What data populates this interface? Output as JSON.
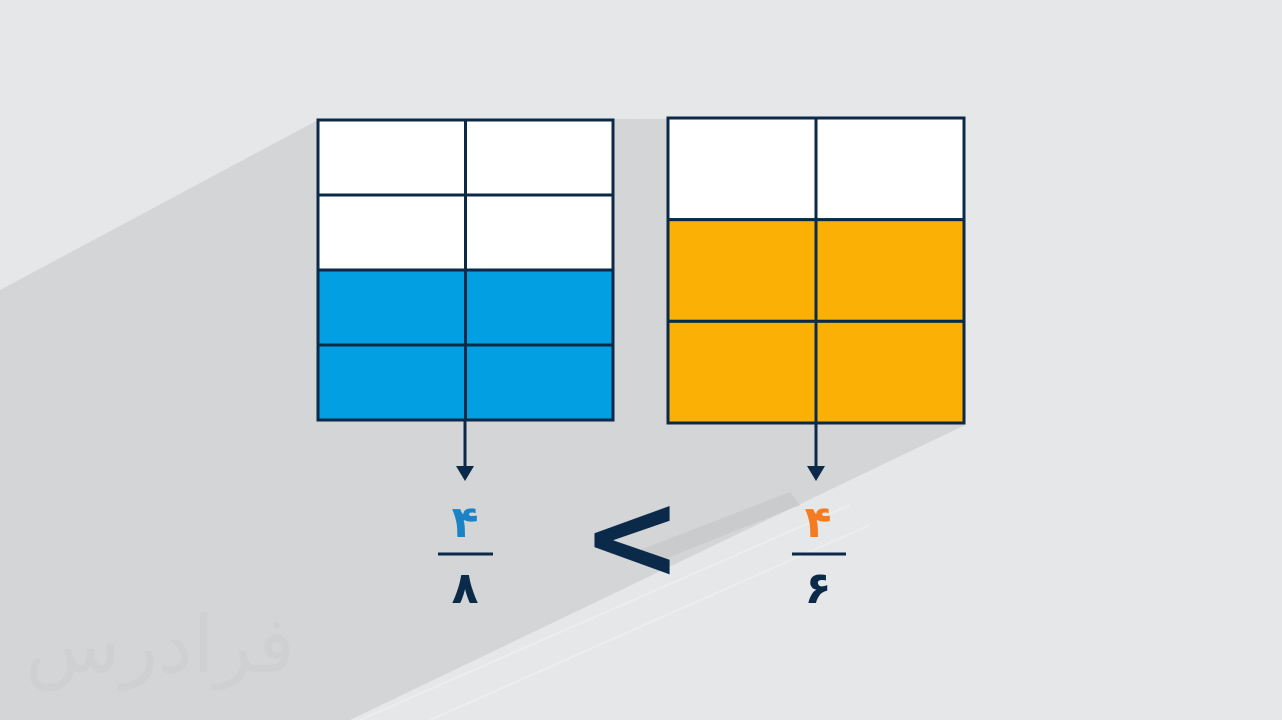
{
  "colors": {
    "background": "#e6e7e9",
    "shadow": "#d4d5d7",
    "outline": "#0b2a4a",
    "empty_cell": "#ffffff",
    "left_fill": "#02a0e2",
    "right_fill": "#fbb005",
    "left_numerator": "#1b82c4",
    "right_numerator": "#f47b20",
    "denominator": "#0b2a4a",
    "watermark": "#cfd0d2"
  },
  "left_grid": {
    "rows": 4,
    "cols": 2,
    "filled_rows": 2
  },
  "right_grid": {
    "rows": 3,
    "cols": 2,
    "filled_rows": 2
  },
  "left_fraction": {
    "numerator": "۴",
    "denominator": "۸"
  },
  "right_fraction": {
    "numerator": "۴",
    "denominator": "۶"
  },
  "comparison_symbol": "<",
  "watermark": "فرادرس"
}
